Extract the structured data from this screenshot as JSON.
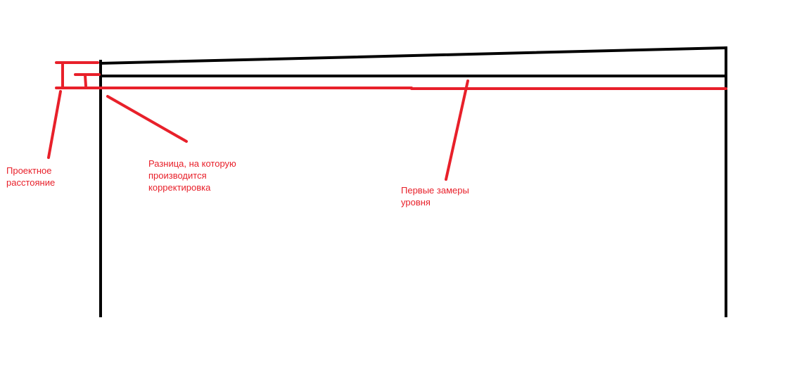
{
  "colors": {
    "structure": "#000000",
    "annotation": "#e8202a",
    "background": "#ffffff"
  },
  "labels": {
    "design_distance": [
      "Проектное",
      "расстояние"
    ],
    "correction_difference": [
      "Разница, на которую",
      "производится",
      "корректировка"
    ],
    "first_level_measurements": [
      "Первые замеры",
      "уровня"
    ]
  }
}
